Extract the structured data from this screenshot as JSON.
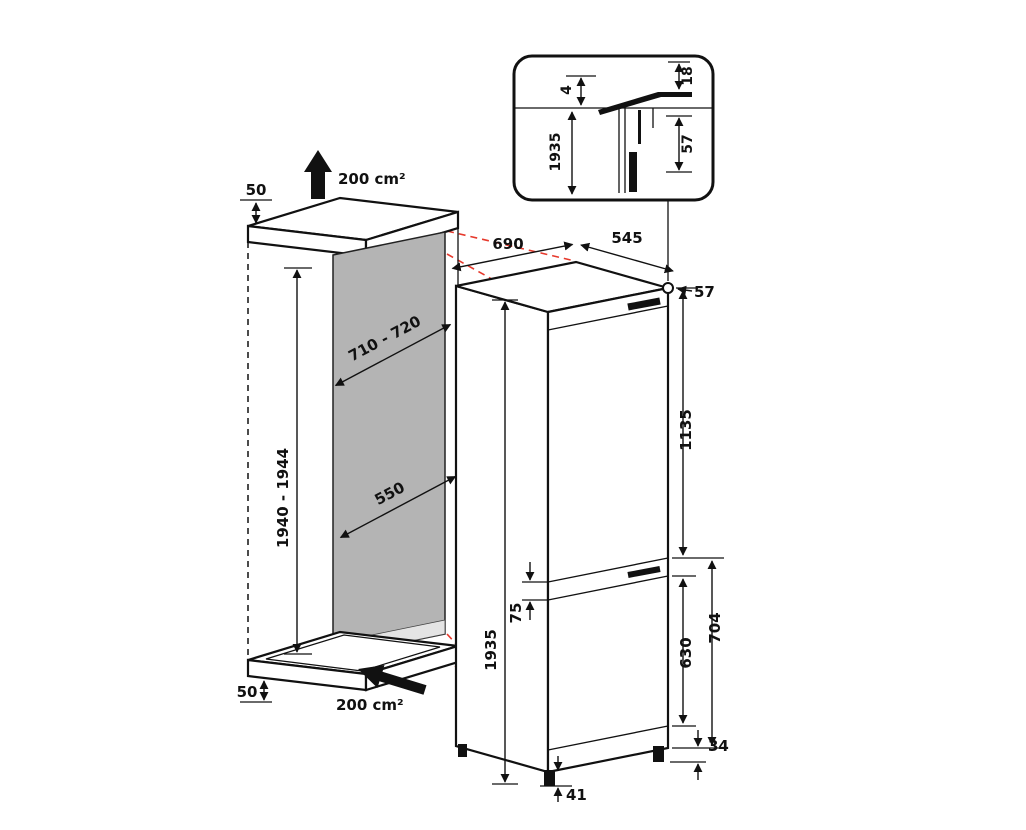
{
  "diagram": {
    "colors": {
      "ink": "#111111",
      "accent_red": "#e6392c",
      "panel_gray": "#b4b4b4",
      "floor_gray": "#e4e4e4"
    },
    "inset": {
      "gap_top": "4",
      "top_offset": "18",
      "height": "1935",
      "hinge_offset": "57"
    },
    "niche": {
      "top_clearance": "50",
      "top_vent": "200 cm²",
      "width_range": "710 - 720",
      "depth": "550",
      "height_range": "1940 - 1944",
      "bottom_clearance": "50",
      "bottom_vent": "200 cm²"
    },
    "appliance": {
      "depth_door_open": "690",
      "width": "545",
      "hinge_offset": "57",
      "fridge_door_height": "1135",
      "overall_height": "1935",
      "door_gap": "75",
      "freezer_section": "704",
      "freezer_door_height": "630",
      "foot_height": "34",
      "plinth_height": "41"
    }
  }
}
